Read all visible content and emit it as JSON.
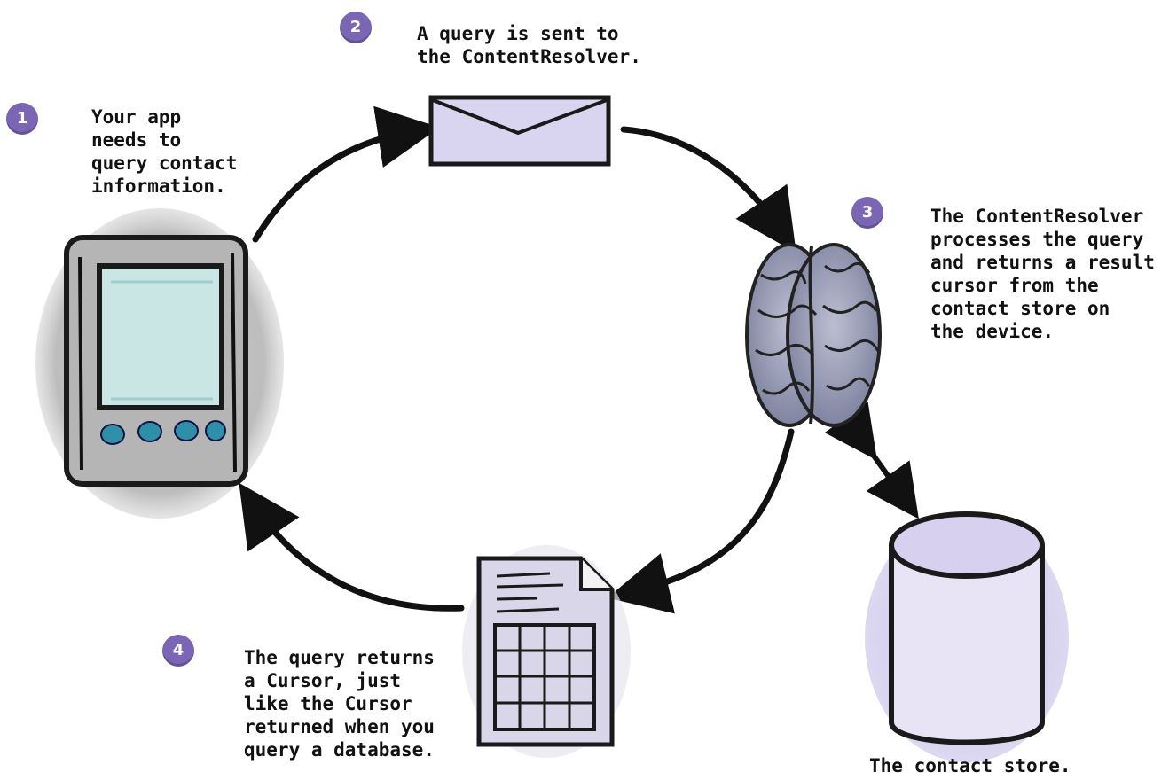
{
  "steps": [
    {
      "number": "1",
      "text": "Your app\nneeds to\nquery contact\ninformation."
    },
    {
      "number": "2",
      "text": "A query is sent to\nthe ContentResolver."
    },
    {
      "number": "3",
      "text": "The ContentResolver\nprocesses the query\nand returns a result\ncursor from the\ncontact store on\nthe device."
    },
    {
      "number": "4",
      "text": "The query returns\na Cursor, just\nlike the Cursor\nreturned when you\nquery a database."
    }
  ],
  "store_caption": "The contact store.",
  "illustrations": [
    "phone-icon",
    "envelope-icon",
    "brain-icon",
    "document-table-icon",
    "database-cylinder-icon"
  ],
  "colors": {
    "badge": "#7a66b4",
    "screen": "#bfe0df",
    "button": "#2e8fa8",
    "envelope": "#d9d5f0",
    "cylinder": "#c9c2e6"
  }
}
